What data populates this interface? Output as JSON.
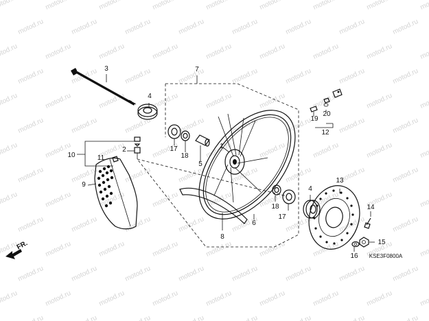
{
  "diagram": {
    "catalog_code": "KSE3F0800A",
    "direction_label": "FR.",
    "watermark_text": "motod.ru",
    "callouts": [
      "1",
      "2",
      "3",
      "4",
      "4",
      "5",
      "6",
      "7",
      "8",
      "9",
      "10",
      "11",
      "12",
      "13",
      "14",
      "15",
      "16",
      "17",
      "17",
      "18",
      "18",
      "19",
      "20"
    ]
  }
}
